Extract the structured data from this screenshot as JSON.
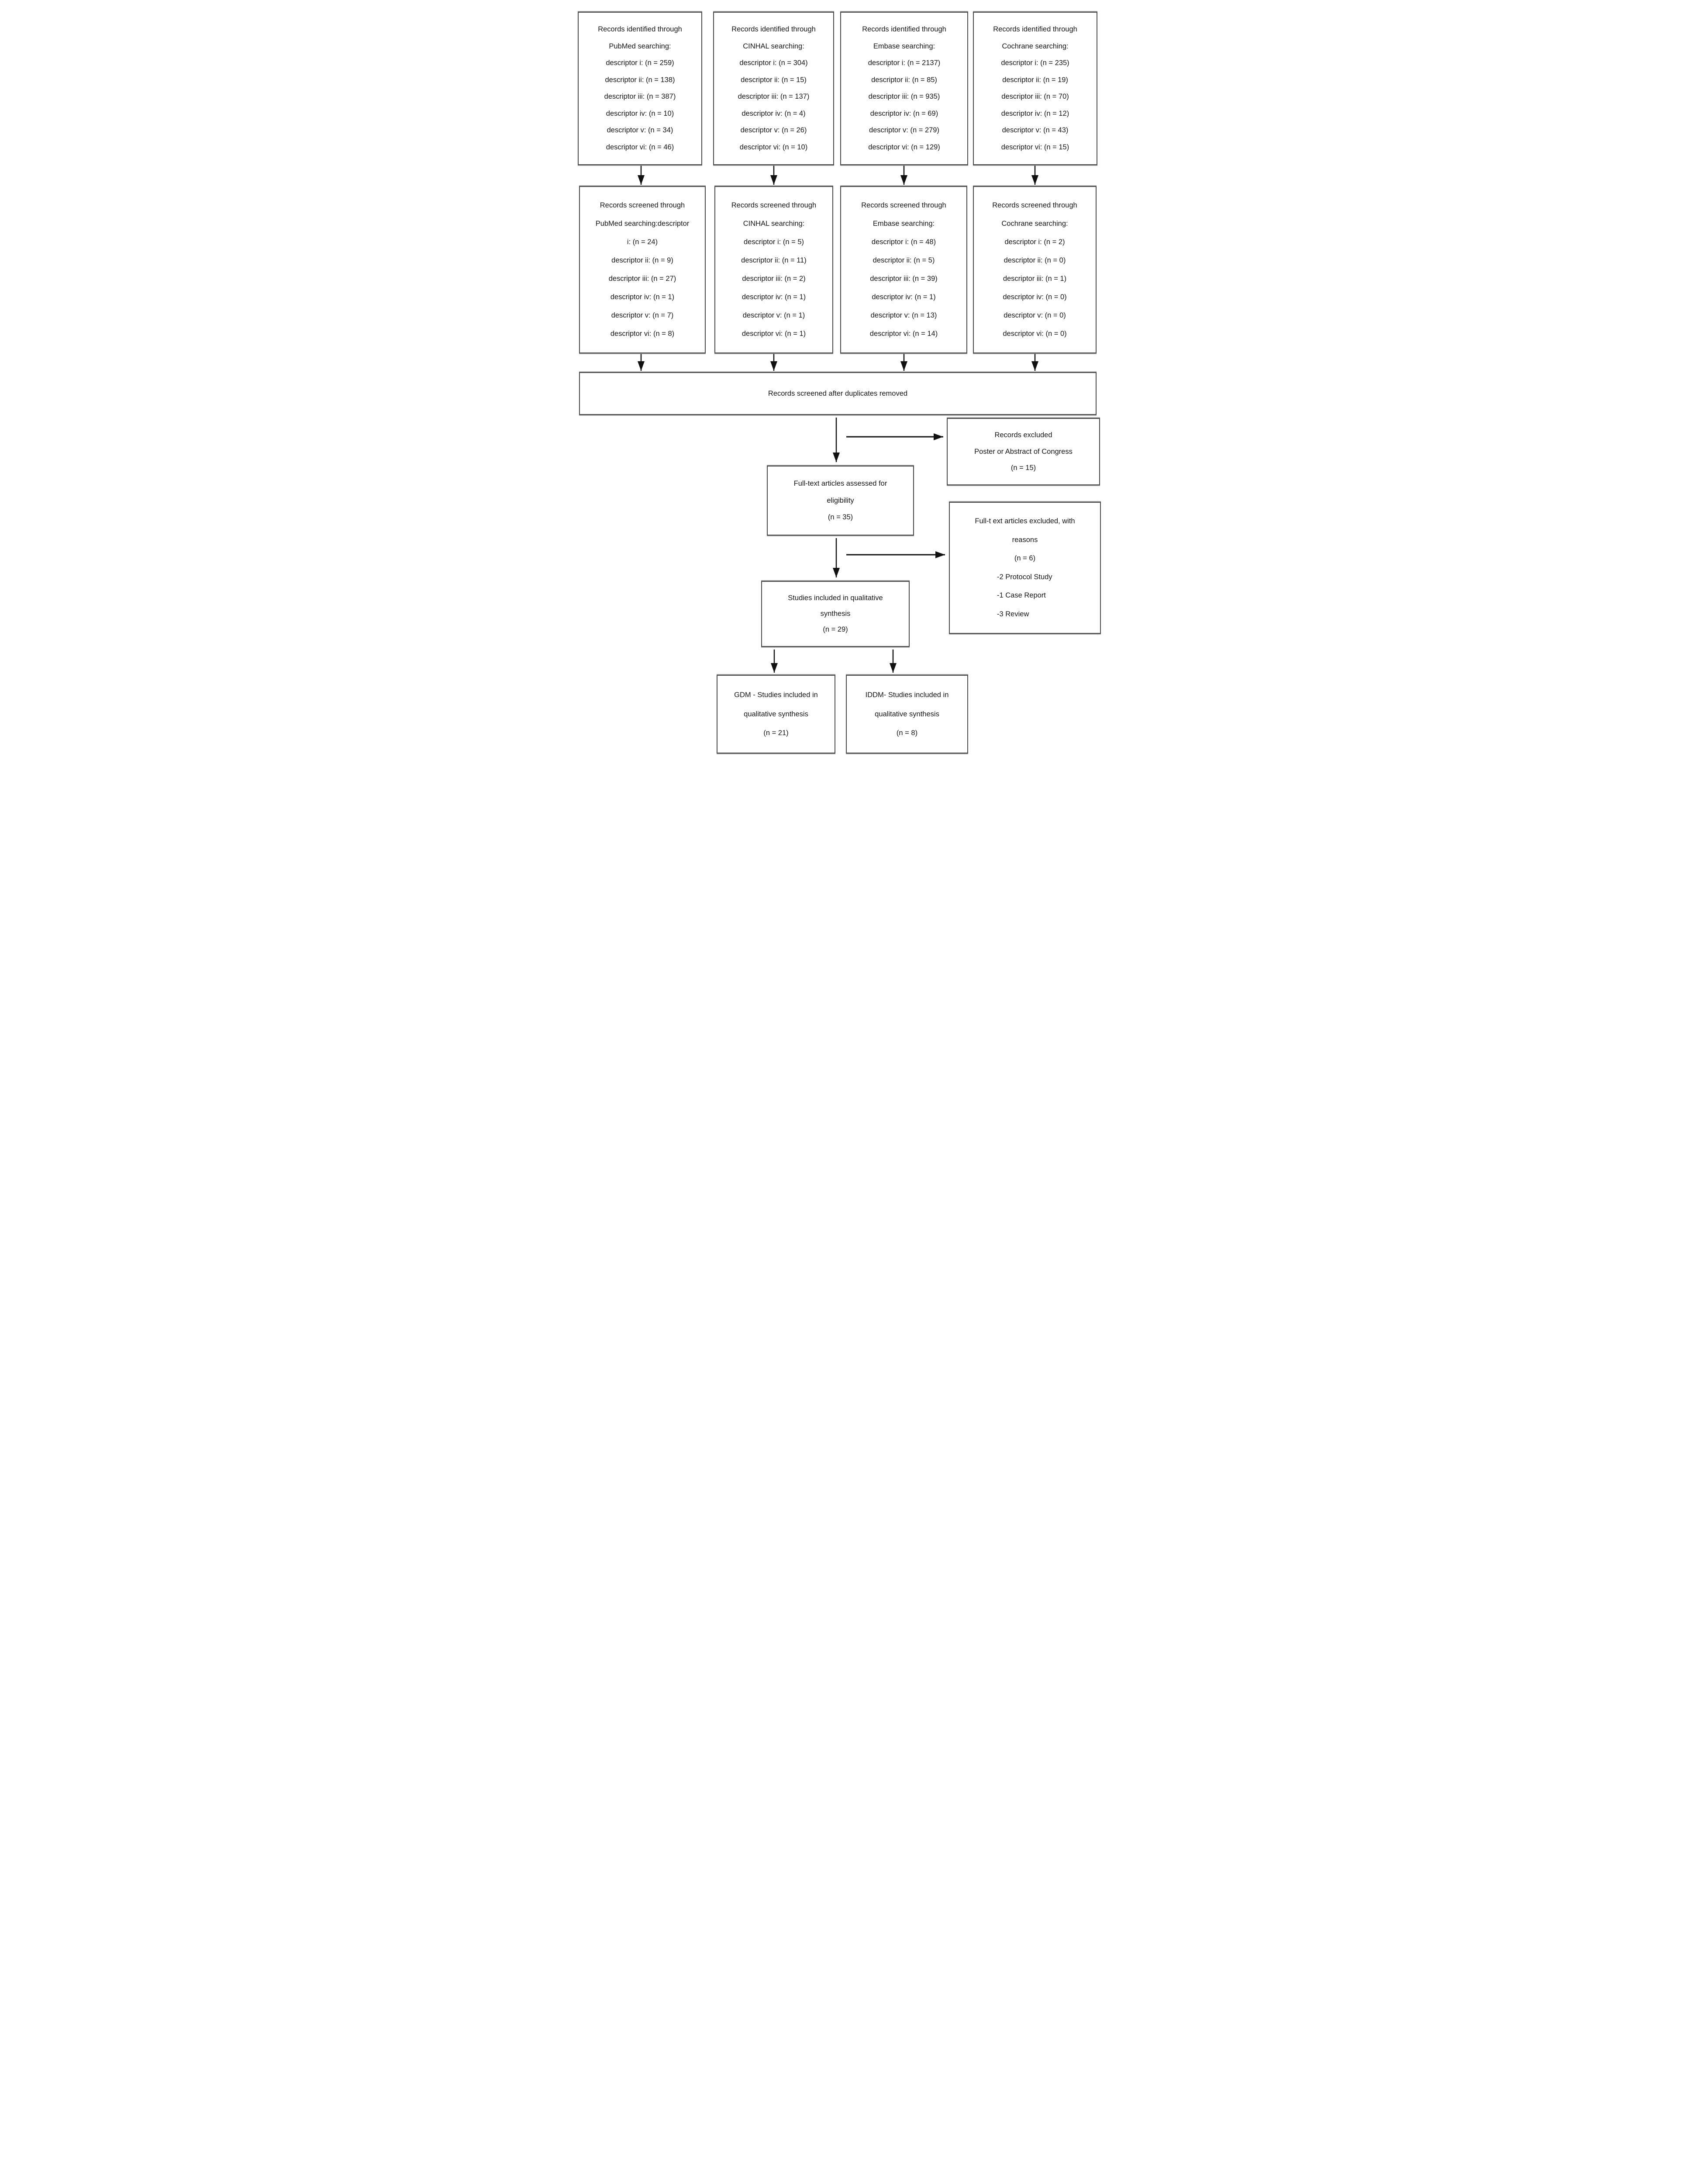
{
  "colors": {
    "background": "#ffffff",
    "box_border": "#4a4a4a",
    "text": "#161616",
    "arrow": "#111111"
  },
  "boxes": {
    "identified_pubmed": {
      "lines": [
        "Records identified through",
        "PubMed searching:",
        "descriptor i: (n = 259)",
        "descriptor ii: (n = 138)",
        "descriptor iii: (n = 387)",
        "descriptor iv: (n = 10)",
        "descriptor v: (n = 34)",
        "descriptor vi: (n = 46)"
      ]
    },
    "identified_cinhal": {
      "lines": [
        "Records identified through",
        "CINHAL searching:",
        "descriptor i: (n = 304)",
        "descriptor ii: (n = 15)",
        "descriptor iii: (n = 137)",
        "descriptor iv: (n = 4)",
        "descriptor v: (n = 26)",
        "descriptor vi: (n = 10)"
      ]
    },
    "identified_embase": {
      "lines": [
        "Records identified through",
        "Embase searching:",
        "descriptor i: (n = 2137)",
        "descriptor ii: (n = 85)",
        "descriptor iii: (n = 935)",
        "descriptor iv: (n = 69)",
        "descriptor v: (n = 279)",
        "descriptor vi: (n = 129)"
      ]
    },
    "identified_cochrane": {
      "lines": [
        "Records identified through",
        "Cochrane searching:",
        "descriptor i: (n = 235)",
        "descriptor ii: (n = 19)",
        "descriptor iii: (n = 70)",
        "descriptor iv: (n = 12)",
        "descriptor v: (n = 43)",
        "descriptor vi: (n = 15)"
      ]
    },
    "screened_pubmed": {
      "lines": [
        "Records screened through",
        "PubMed searching:descriptor",
        "i: (n = 24)",
        "descriptor ii: (n = 9)",
        "descriptor iii: (n = 27)",
        "descriptor iv: (n = 1)",
        "descriptor v: (n = 7)",
        "descriptor vi: (n = 8)"
      ]
    },
    "screened_cinhal": {
      "lines": [
        "Records screened through",
        "CINHAL searching:",
        "descriptor i: (n = 5)",
        "descriptor ii: (n = 11)",
        "descriptor iii: (n = 2)",
        "descriptor iv: (n = 1)",
        "descriptor v: (n = 1)",
        "descriptor vi: (n = 1)"
      ]
    },
    "screened_embase": {
      "lines": [
        "Records screened through",
        "Embase searching:",
        "descriptor i: (n = 48)",
        "descriptor ii: (n = 5)",
        "descriptor iii: (n = 39)",
        "descriptor iv: (n = 1)",
        "descriptor v: (n = 13)",
        "descriptor vi: (n = 14)"
      ]
    },
    "screened_cochrane": {
      "lines": [
        "Records screened through",
        "Cochrane searching:",
        "descriptor i: (n = 2)",
        "descriptor ii: (n = 0)",
        "descriptor iii: (n = 1)",
        "descriptor iv: (n = 0)",
        "descriptor v: (n = 0)",
        "descriptor vi: (n = 0)"
      ]
    },
    "duplicates_removed": {
      "lines": [
        "Records screened after duplicates removed"
      ]
    },
    "records_excluded": {
      "lines": [
        "Records excluded",
        "Poster or Abstract of Congress",
        "(n = 15)"
      ]
    },
    "fulltext_assessed": {
      "lines": [
        "Full-text articles assessed for",
        "eligibility",
        "(n = 35)"
      ]
    },
    "fulltext_excluded": {
      "lines": [
        "Full-t ext articles excluded, with",
        "reasons",
        "(n = 6)",
        "-2 Protocol Study",
        "-1 Case Report",
        "-3 Review"
      ]
    },
    "qualitative_synthesis": {
      "lines": [
        "Studies included in qualitative",
        "synthesis",
        "(n = 29)"
      ]
    },
    "gdm_included": {
      "lines": [
        "GDM - Studies included in",
        "qualitative synthesis",
        "(n = 21)"
      ]
    },
    "iddm_included": {
      "lines": [
        "IDDM- Studies included in",
        "qualitative synthesis",
        "(n = 8)"
      ]
    }
  }
}
